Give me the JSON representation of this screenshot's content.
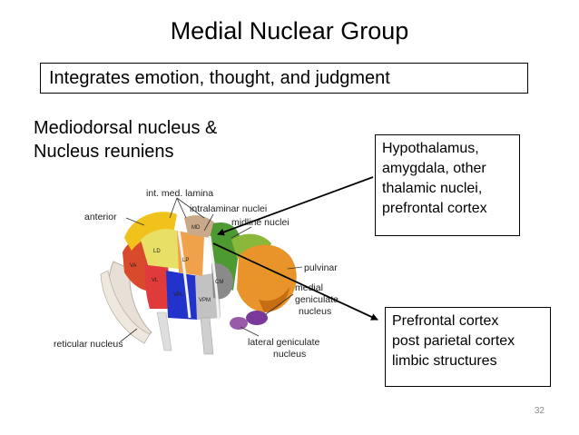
{
  "slide": {
    "title": "Medial Nuclear Group",
    "banner": "Integrates emotion, thought, and judgment",
    "subhead_lines": [
      "Mediodorsal nucleus &",
      "Nucleus reuniens"
    ],
    "input_box_lines": [
      "Hypothalamus,",
      "amygdala, other",
      "thalamic nuclei,",
      "prefrontal cortex"
    ],
    "output_box_lines": [
      "Prefrontal cortex",
      "post parietal cortex",
      "limbic structures"
    ],
    "page_number": "32"
  },
  "diagram": {
    "labels": {
      "anterior": "anterior",
      "int_med_lamina": "int. med. lamina",
      "intralaminar": "intralaminar nuclei",
      "midline": "midline nuclei",
      "pulvinar": "pulvinar",
      "medial_gen_1": "medial",
      "medial_gen_2": "geniculate",
      "medial_gen_3": "nucleus",
      "reticular": "reticular nucleus",
      "lateral_gen_1": "lateral geniculate",
      "lateral_gen_2": "nucleus"
    },
    "nuclei_abbrev": {
      "ld": "LD",
      "md": "MD",
      "lp": "LP",
      "va": "VA",
      "vl": "VL",
      "vpl": "VPL",
      "vpm": "VPM",
      "cm": "CM"
    },
    "colors": {
      "anterior": "#f2c21c",
      "ld": "#e8e066",
      "md": "#c9a98a",
      "lp": "#f0a24a",
      "va": "#d94a2c",
      "vl": "#e03a3a",
      "vpl": "#2233cc",
      "vpm": "#c2c2c2",
      "cm": "#8a8a8a",
      "midline": "#4e9a32",
      "pulvinar": "#e8942a",
      "green_cap": "#8ab83a",
      "medial_geniculate": "#7a3a9a",
      "lateral_geniculate": "#9a5aaa",
      "reticular": "#e8e0d6"
    }
  }
}
